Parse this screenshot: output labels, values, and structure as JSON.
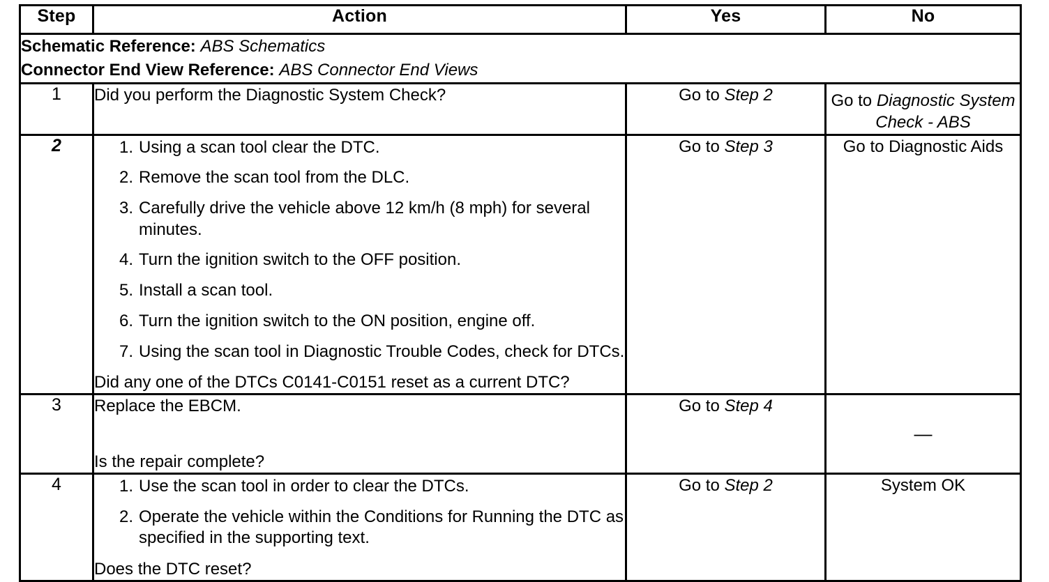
{
  "table": {
    "columns": [
      {
        "key": "step",
        "label": "Step"
      },
      {
        "key": "action",
        "label": "Action"
      },
      {
        "key": "yes",
        "label": "Yes"
      },
      {
        "key": "no",
        "label": "No"
      }
    ],
    "references": [
      {
        "label": "Schematic Reference:",
        "value": "ABS Schematics"
      },
      {
        "label": "Connector End View Reference:",
        "value": "ABS Connector End Views"
      }
    ],
    "rows": [
      {
        "step": "1",
        "step_italic": false,
        "action_lead": "Did you perform the Diagnostic System Check?",
        "action_items": [],
        "action_tail": "",
        "yes_prefix": "Go to ",
        "yes_emphasis": "Step 2",
        "yes_align": "bottom",
        "no_prefix": "Go to ",
        "no_emphasis": "Diagnostic System Check - ABS",
        "no_align": "top"
      },
      {
        "step": "2",
        "step_italic": true,
        "action_lead": "",
        "action_items": [
          "Using a scan tool clear the DTC.",
          "Remove the scan tool from the DLC.",
          "Carefully drive the vehicle above 12 km/h (8 mph) for several minutes.",
          "Turn the ignition switch to the OFF position.",
          "Install a scan tool.",
          "Turn the ignition switch to the ON position, engine off.",
          "Using the scan tool in Diagnostic Trouble Codes, check for DTCs."
        ],
        "action_tail": "Did any one of the DTCs C0141-C0151 reset as a current DTC?",
        "yes_prefix": "Go to ",
        "yes_emphasis": "Step 3",
        "yes_align": "bottom",
        "no_prefix": "Go to Diagnostic Aids",
        "no_emphasis": "",
        "no_align": "bottom"
      },
      {
        "step": "3",
        "step_italic": false,
        "action_lead": "Replace the EBCM.",
        "action_items": [],
        "action_tail": "Is the repair complete?",
        "yes_prefix": "Go to ",
        "yes_emphasis": "Step 4",
        "yes_align": "bottom",
        "no_prefix": "—",
        "no_emphasis": "",
        "no_align": "middle"
      },
      {
        "step": "4",
        "step_italic": false,
        "action_lead": "",
        "action_items": [
          "Use the scan tool in order to clear the DTCs.",
          "Operate the vehicle within the Conditions for Running the DTC as specified in the supporting text."
        ],
        "action_tail": "Does the DTC reset?",
        "yes_prefix": "Go to ",
        "yes_emphasis": "Step 2",
        "yes_align": "bottom",
        "no_prefix": "System OK",
        "no_emphasis": "",
        "no_align": "bottom"
      }
    ]
  }
}
